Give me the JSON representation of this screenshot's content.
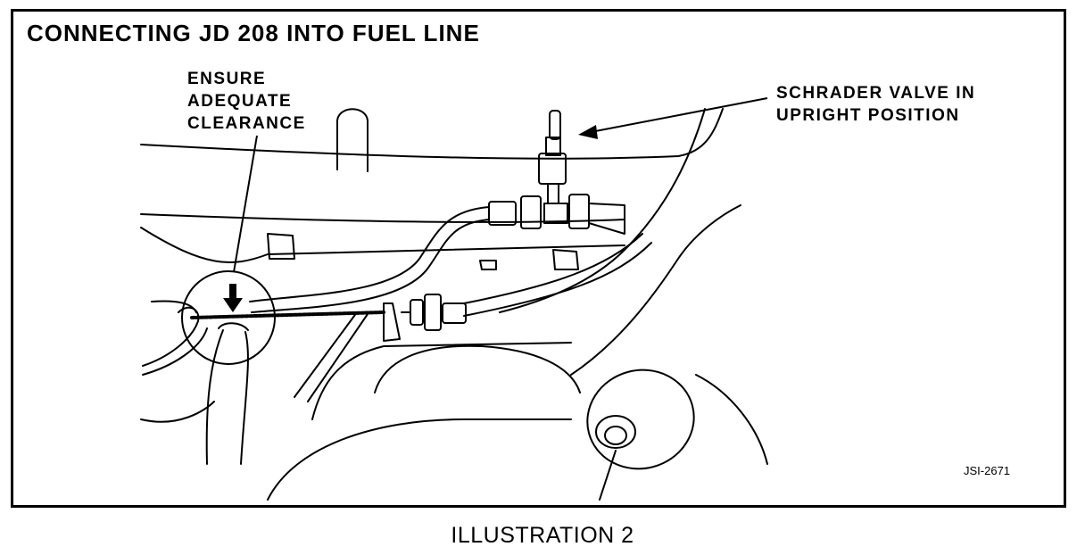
{
  "title": "CONNECTING JD 208 INTO FUEL LINE",
  "callouts": {
    "clearance": [
      "ENSURE",
      "ADEQUATE",
      "CLEARANCE"
    ],
    "schrader": [
      "SCHRADER VALVE IN",
      "UPRIGHT POSITION"
    ]
  },
  "figure_id": "JSI-2671",
  "caption": "ILLUSTRATION 2",
  "icons": [
    "downward-arrow-icon",
    "leader-arrow-icon"
  ]
}
